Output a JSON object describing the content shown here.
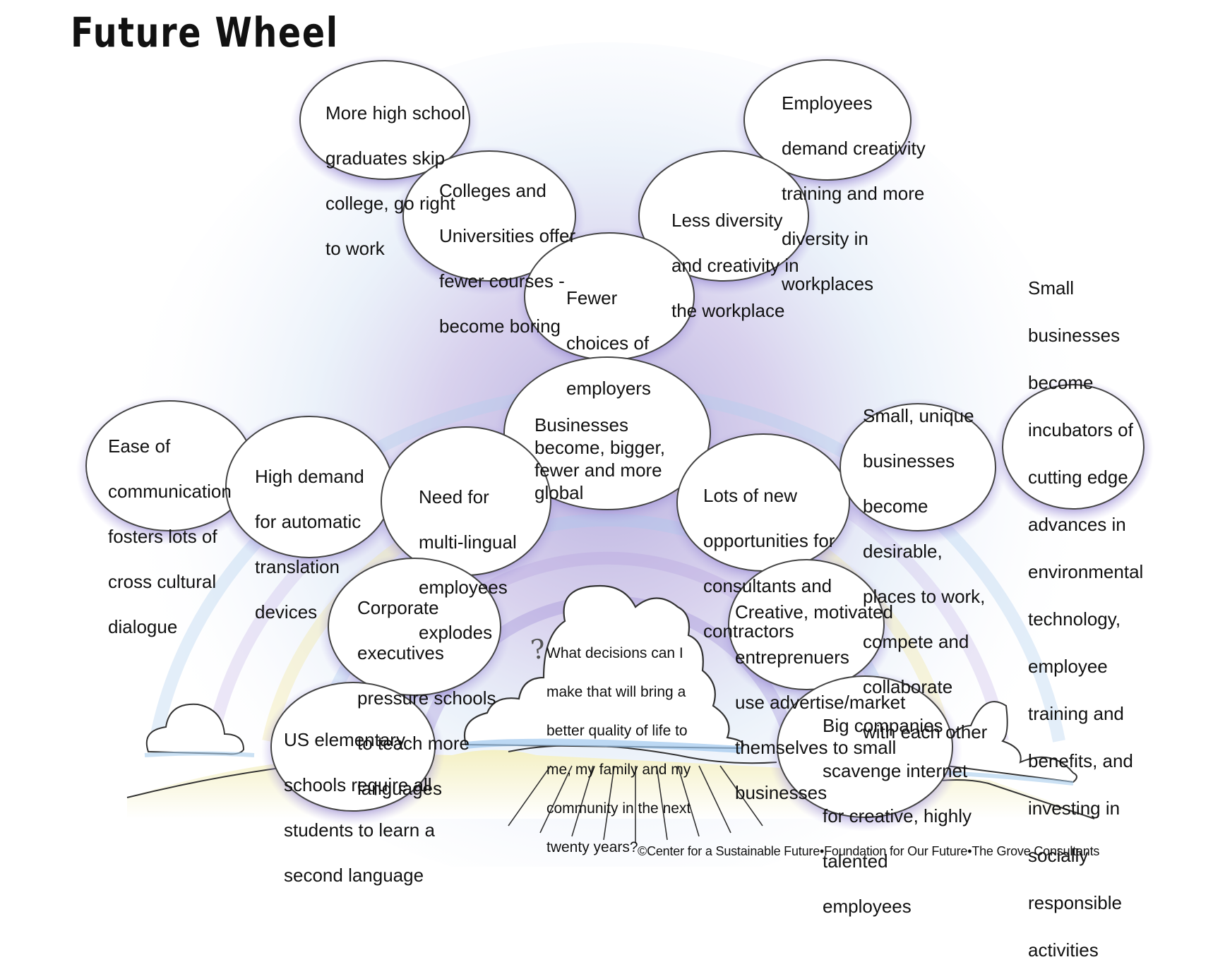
{
  "title": "Future Wheel",
  "colors": {
    "bubble_fill": "#ffffff",
    "bubble_stroke": "#444444",
    "halo_purple": "#9b8fd0",
    "halo_pink": "#e2a6cf",
    "ray_blue": "#a9cdec",
    "ray_yellow": "#f3e88c",
    "ground_yellow": "#f7f4cf"
  },
  "center": {
    "id": "center",
    "text": "Businesses become,  bigger, fewer and more global",
    "lines": [
      "Businesses",
      "become,  bigger,",
      "fewer and more",
      "global"
    ]
  },
  "first_ring": [
    {
      "id": "fewer-choices",
      "lines": [
        "Fewer",
        "choices of",
        "employers"
      ]
    },
    {
      "id": "multilingual",
      "lines": [
        "Need for",
        "multi-lingual",
        "employees",
        "explodes"
      ]
    },
    {
      "id": "consultants",
      "lines": [
        "Lots of new",
        "opportunities for",
        "consultants and",
        "contractors"
      ]
    }
  ],
  "second_ring": [
    {
      "id": "colleges",
      "parent": "fewer-choices",
      "lines": [
        "Colleges and",
        "Universities offer",
        "fewer courses -",
        "become boring"
      ]
    },
    {
      "id": "less-diversity",
      "parent": "fewer-choices",
      "lines": [
        "Less diversity",
        "and creativity in",
        "the workplace"
      ]
    },
    {
      "id": "translation",
      "parent": "multilingual",
      "lines": [
        "High demand",
        "for automatic",
        "translation",
        "devices"
      ]
    },
    {
      "id": "corporate-execs",
      "parent": "multilingual",
      "lines": [
        "Corporate",
        "executives",
        "pressure schools",
        "to teach more",
        "languages"
      ]
    },
    {
      "id": "small-unique",
      "parent": "consultants",
      "lines": [
        "Small, unique",
        "businesses",
        "become",
        "desirable,",
        "places to work,",
        "compete and",
        "collaborate",
        "with each other"
      ]
    },
    {
      "id": "entrepreneurs",
      "parent": "consultants",
      "lines": [
        "Creative, motivated",
        "entreprenuers",
        "use advertise/market",
        "themselves  to small",
        "businesses"
      ]
    }
  ],
  "third_ring": [
    {
      "id": "skip-college",
      "parent": "colleges",
      "lines": [
        "More high school",
        "graduates skip",
        "college, go right",
        "to work"
      ]
    },
    {
      "id": "demand-creativity",
      "parent": "less-diversity",
      "lines": [
        "Employees",
        "demand creativity",
        "training and more",
        "diversity in",
        "workplaces"
      ]
    },
    {
      "id": "cross-cultural",
      "parent": "translation",
      "lines": [
        "Ease of",
        "communication",
        "fosters lots of",
        "cross cultural",
        "dialogue"
      ]
    },
    {
      "id": "elementary",
      "parent": "corporate-execs",
      "lines": [
        "US elementary",
        "schools require all",
        "students to learn a",
        "second language"
      ]
    },
    {
      "id": "incubators",
      "parent": "small-unique",
      "lines": [
        "Small",
        "businesses",
        "become",
        "incubators of",
        "cutting edge",
        "advances in",
        "environmental",
        "technology,",
        "employee",
        "training and",
        "benefits, and",
        "investing in",
        "socially",
        "responsible",
        "activities"
      ]
    },
    {
      "id": "big-companies",
      "parent": "entrepreneurs",
      "lines": [
        "Big companies",
        "scavenge internet",
        "for creative, highly",
        "talented",
        "employees"
      ]
    }
  ],
  "question_cloud": {
    "icon": "question-mark-icon",
    "lines": [
      "What decisions can I",
      "make that will bring a",
      "better quality of life to",
      "me, my family and my",
      "community in the next",
      "twenty years?"
    ]
  },
  "footer": "©Center for a Sustainable Future•Foundation for Our Future•The Grove Consultants"
}
